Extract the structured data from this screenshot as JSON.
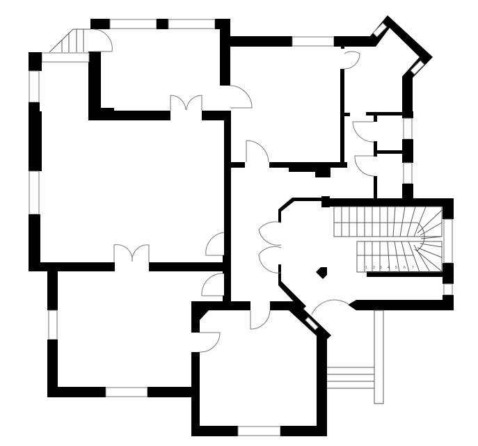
{
  "diagram": {
    "type": "floor-plan",
    "title": "",
    "colors": {
      "wall": "#000000",
      "background": "#ffffff",
      "line": "#777777"
    },
    "rooms": [
      {
        "id": "room-top-left",
        "label": ""
      },
      {
        "id": "room-living",
        "label": ""
      },
      {
        "id": "room-top-center",
        "label": ""
      },
      {
        "id": "room-bay-corner",
        "label": ""
      },
      {
        "id": "room-small-wc-1",
        "label": ""
      },
      {
        "id": "room-small-wc-2",
        "label": ""
      },
      {
        "id": "hallway",
        "label": ""
      },
      {
        "id": "stair-hall",
        "label": ""
      },
      {
        "id": "room-bottom-left",
        "label": ""
      },
      {
        "id": "room-bottom-center",
        "label": ""
      }
    ],
    "stairs": {
      "step_numbers": [
        "1",
        "2",
        "3",
        "4",
        "5",
        "6",
        "7"
      ]
    }
  }
}
